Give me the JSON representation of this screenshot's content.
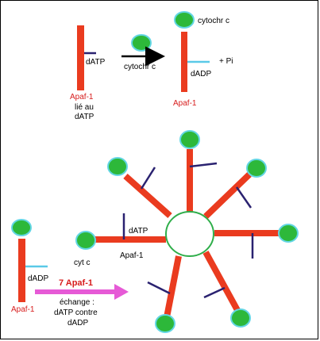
{
  "labels": {
    "top_left": {
      "datp": "dATP",
      "apaf": "Apaf-1",
      "lie_1": "lié au",
      "lie_2": "dATP"
    },
    "arrow_top": "cytochr c",
    "top_right": {
      "cytochr": "cytochr c",
      "pi": "+ Pi",
      "dadp": "dADP",
      "apaf": "Apaf-1"
    },
    "bottom_left": {
      "dadp": "dADP",
      "apaf": "Apaf-1"
    },
    "arrow_bottom": {
      "count": "7 Apaf-1",
      "line1": "échange :",
      "line2": "dATP contre",
      "line3": "dADP"
    },
    "wheel": {
      "datp": "dATP",
      "cytc": "cyt c",
      "apaf": "Apaf-1"
    }
  },
  "colors": {
    "apaf_bar": "#ea3b1f",
    "cytochrome_ball": "#2db83a",
    "ball_rim": "#63d6e4",
    "nucleotide_line": "#2a2270",
    "dadp_line": "#5ac9e8",
    "exchange_arrow": "#e65ad6",
    "hub_ring": "#2fae4a",
    "label_red": "#d71c1c"
  },
  "wheel_spokes": 7
}
